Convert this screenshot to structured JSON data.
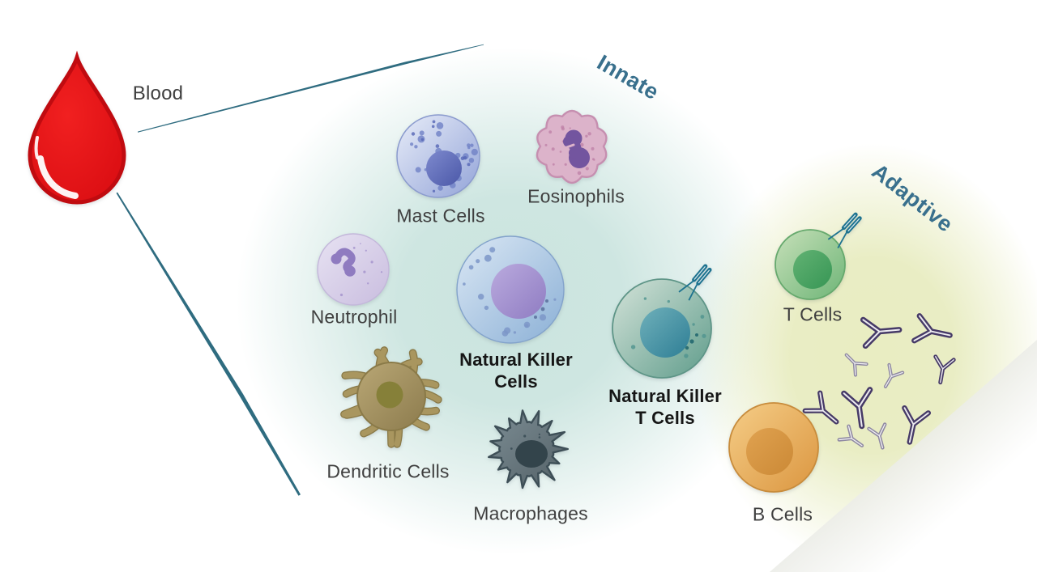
{
  "diagram": {
    "source": {
      "label": "Blood"
    },
    "regions": {
      "innate": {
        "label": "Innate"
      },
      "adaptive": {
        "label": "Adaptive"
      }
    },
    "cells": {
      "mast": {
        "label": "Mast Cells"
      },
      "eosinophils": {
        "label": "Eosinophils"
      },
      "neutrophil": {
        "label": "Neutrophil"
      },
      "natural_killer": {
        "line1": "Natural Killer",
        "line2": "Cells"
      },
      "dendritic": {
        "label": "Dendritic Cells"
      },
      "macrophages": {
        "label": "Macrophages"
      },
      "natural_killer_t": {
        "line1": "Natural Killer",
        "line2": "T Cells"
      },
      "t_cells": {
        "label": "T Cells"
      },
      "b_cells": {
        "label": "B Cells"
      }
    },
    "colors": {
      "blood_red": "#df1114",
      "line_teal": "#2f6c80",
      "region_label_blue": "#39708d",
      "innate_region_fill": "#cde5e0",
      "adaptive_region_fill": "#e9edc3",
      "antibody_purple": "#463a67",
      "receptor_teal": "#1e7390",
      "label_text": "#3f3f3f"
    }
  }
}
